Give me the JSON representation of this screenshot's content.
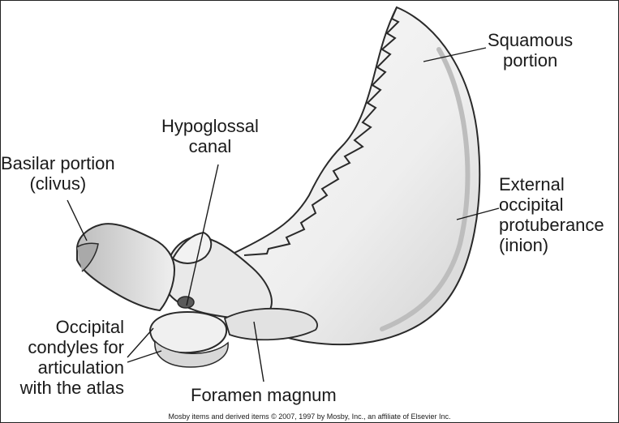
{
  "labels": {
    "squamous": [
      "Squamous",
      "portion"
    ],
    "hypoglossal": [
      "Hypoglossal",
      "canal"
    ],
    "basilar": [
      "Basilar portion",
      "(clivus)"
    ],
    "external": [
      "External",
      "occipital",
      "protuberance",
      "(inion)"
    ],
    "condyles": [
      "Occipital",
      "condyles for",
      "articulation",
      "with the atlas"
    ],
    "foramen": "Foramen magnum"
  },
  "credit": "Mosby items and derived items © 2007, 1997 by Mosby, Inc., an affiliate of Elsevier Inc.",
  "colors": {
    "bone_fill": "#f1f1f1",
    "bone_shade": "#c9c9c9",
    "bone_outline": "#2a2a2a",
    "leader": "#1a1a1a"
  }
}
